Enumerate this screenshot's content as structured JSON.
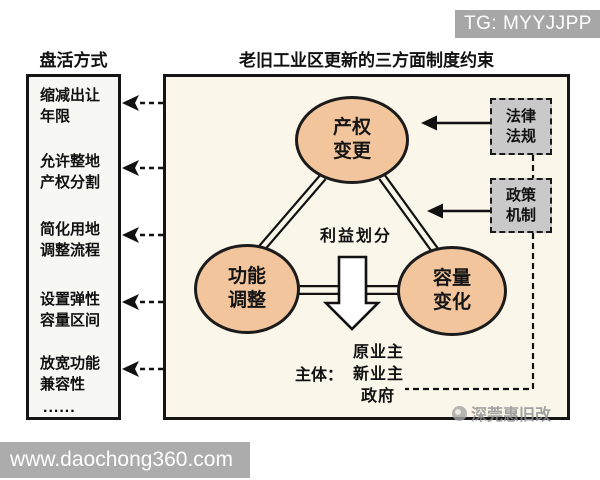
{
  "badge": {
    "text": "TG: MYYJJPP"
  },
  "titles": {
    "sidebar": "盘活方式",
    "main": "老旧工业区更新的三方面制度约束"
  },
  "sidebar": {
    "items": [
      "缩减出让年限",
      "允许整地产权分割",
      "简化用地调整流程",
      "设置弹性容量区间",
      "放宽功能兼容性"
    ],
    "ellipsis": "......"
  },
  "diagram": {
    "nodes": {
      "top": "产权变更",
      "left": "功能调整",
      "right": "容量变化"
    },
    "constraint_boxes": {
      "law": "法律法规",
      "policy": "政策机制"
    },
    "center_label": "利益划分",
    "subject": {
      "label": "主体：",
      "items": [
        "原业主",
        "新业主",
        "政府"
      ]
    }
  },
  "watermark": {
    "text": "深莞惠旧改"
  },
  "footer": {
    "url": "www.daochong360.com"
  },
  "colors": {
    "ellipse_fill": "#f2c59d",
    "constraint_box_fill": "#c9c9c9",
    "panel_background": "#fbf6ea",
    "badge_gray": "#a7a7a7",
    "footer_gray": "#acacac"
  }
}
